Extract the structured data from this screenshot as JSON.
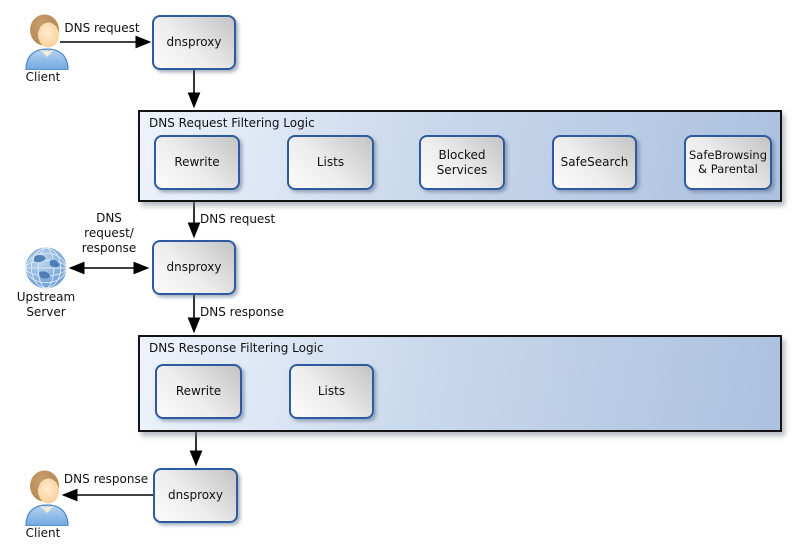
{
  "nodes": {
    "client_top": {
      "label": "Client"
    },
    "dnsproxy_top": {
      "label": "dnsproxy"
    },
    "dnsproxy_middle": {
      "label": "dnsproxy"
    },
    "dnsproxy_bottom": {
      "label": "dnsproxy"
    },
    "upstream_server": {
      "label": "Upstream Server"
    },
    "client_bottom": {
      "label": "Client"
    }
  },
  "containers": {
    "request": {
      "title": "DNS Request Filtering Logic",
      "steps": [
        "Rewrite",
        "Lists",
        "Blocked Services",
        "SafeSearch",
        "SafeBrowsing & Parental"
      ]
    },
    "response": {
      "title": "DNS Response Filtering Logic",
      "steps": [
        "Rewrite",
        "Lists"
      ]
    }
  },
  "edge_labels": {
    "client_to_proxy": "DNS request",
    "filter_to_proxy": "DNS request",
    "proxy_to_filter": "DNS response",
    "proxy_to_client": "DNS response",
    "upstream": [
      "DNS",
      "request/",
      "response"
    ]
  },
  "colors": {
    "container_fill_start": "#eef3fb",
    "container_fill_end": "#abc1df",
    "container_border": "#141414",
    "node_border": "#2d5b9d",
    "node_fill_dark": "#c4c4c4",
    "node_fill_light": "#fcfcfc",
    "arrow": "#000000",
    "globe_blue": "#5c93cd",
    "shirt_blue": "#70a7de",
    "hair_brown": "#a87f4e"
  }
}
